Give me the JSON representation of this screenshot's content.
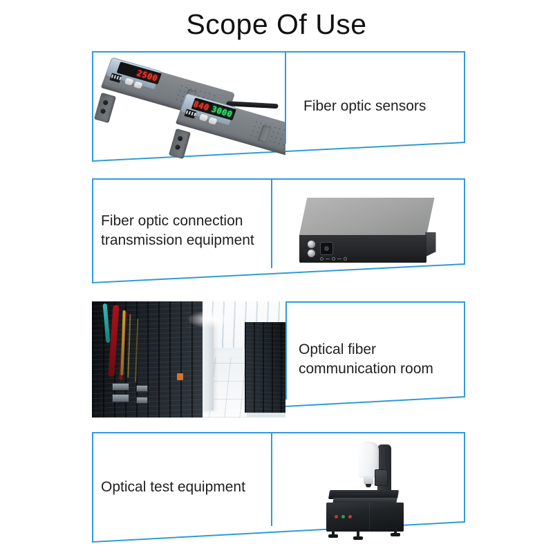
{
  "page": {
    "title": "Scope Of Use",
    "background": "#ffffff",
    "accent_color": "#2f9bd4",
    "text_color": "#1f1f1f"
  },
  "panels": [
    {
      "id": "fiber-optic-sensors",
      "label": "Fiber optic sensors",
      "layout": "image-left",
      "image": {
        "name": "fiber-optic-amplifier-photo",
        "alt": "Two gray fiber optic amplifier sensors with digital displays",
        "displays": [
          {
            "value": "2500",
            "color": "#f0362a"
          },
          {
            "value": "840",
            "color": "#f0362a"
          },
          {
            "value": "3000",
            "color": "#33e06a"
          }
        ]
      }
    },
    {
      "id": "fiber-optic-connection-transmission-equipment",
      "label": "Fiber optic connection transmission equipment",
      "layout": "text-left",
      "image": {
        "name": "media-converter-photo",
        "alt": "Gray and black fiber optic media converter box with DC power jack"
      }
    },
    {
      "id": "optical-fiber-communication-room",
      "label": "Optical fiber communication room",
      "layout": "image-left",
      "image": {
        "name": "server-room-photo",
        "alt": "Data center aisle with server racks and cabling"
      }
    },
    {
      "id": "optical-test-equipment",
      "label": "Optical test equipment",
      "layout": "text-left",
      "image": {
        "name": "video-measuring-machine-photo",
        "alt": "Black optical video measuring machine with white optical column"
      }
    }
  ]
}
